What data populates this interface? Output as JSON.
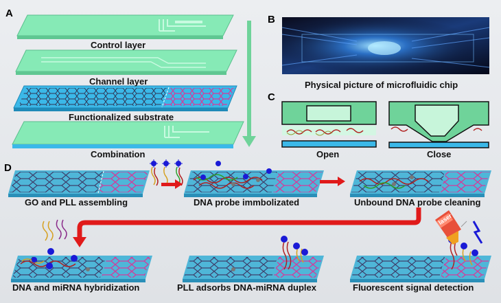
{
  "panels": {
    "a": "A",
    "b": "B",
    "c": "C",
    "d": "D"
  },
  "panel_a": {
    "layers": [
      "Control layer",
      "Channel layer",
      "Functionalized substrate",
      "Combination"
    ]
  },
  "panel_b": {
    "caption": "Physical picture of microfluidic chip"
  },
  "panel_c": {
    "open_label": "Open",
    "close_label": "Close"
  },
  "panel_d": {
    "steps": [
      "GO and PLL assembling",
      "DNA probe immbolizated",
      "Unbound DNA probe cleaning",
      "DNA and miRNA hybridization",
      "PLL adsorbs DNA-miRNA duplex",
      "Fluorescent signal detection"
    ],
    "laser_label": "laser"
  },
  "colors": {
    "chip_green": "#7fe8b0",
    "substrate_blue": "#3bb8e8",
    "graphene_dark": "#333a5a",
    "pll_pink": "#d23c9a",
    "arrow_red": "#e01a1a",
    "flow_green": "#6fd39a",
    "dna_blue": "#1a1ad6"
  }
}
